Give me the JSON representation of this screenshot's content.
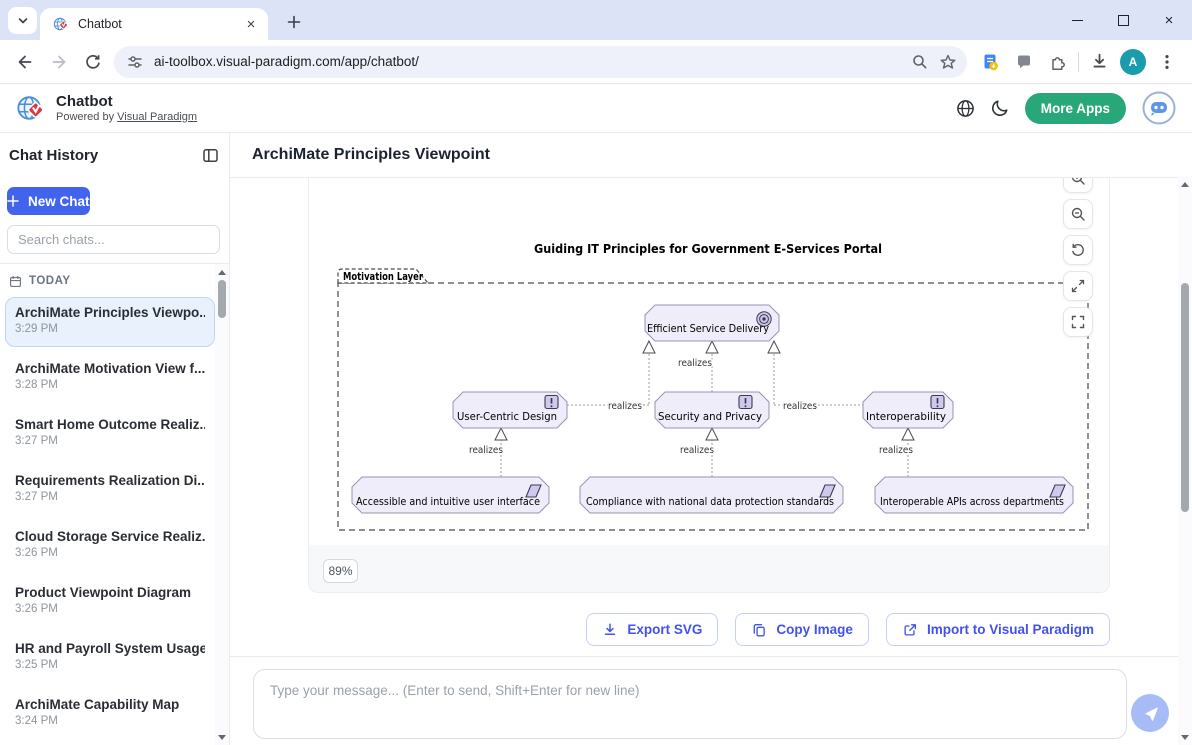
{
  "browser": {
    "tab_title": "Chatbot",
    "url": "ai-toolbox.visual-paradigm.com/app/chatbot/",
    "profile_initial": "A"
  },
  "header": {
    "app_title": "Chatbot",
    "powered_by": "Powered by",
    "powered_by_link": "Visual Paradigm",
    "more_apps_label": "More Apps"
  },
  "sidebar": {
    "title": "Chat History",
    "new_chat_label": "New Chat",
    "search_placeholder": "Search chats...",
    "section_label": "TODAY",
    "items": [
      {
        "title": "ArchiMate Principles Viewpo...",
        "time": "3:29 PM",
        "selected": true
      },
      {
        "title": "ArchiMate Motivation View f...",
        "time": "3:28 PM",
        "selected": false
      },
      {
        "title": "Smart Home Outcome Realiz...",
        "time": "3:27 PM",
        "selected": false
      },
      {
        "title": "Requirements Realization Di...",
        "time": "3:27 PM",
        "selected": false
      },
      {
        "title": "Cloud Storage Service Realiz...",
        "time": "3:26 PM",
        "selected": false
      },
      {
        "title": "Product Viewpoint Diagram",
        "time": "3:26 PM",
        "selected": false
      },
      {
        "title": "HR and Payroll System Usage",
        "time": "3:25 PM",
        "selected": false
      },
      {
        "title": "ArchiMate Capability Map",
        "time": "3:24 PM",
        "selected": false
      }
    ]
  },
  "main": {
    "page_title": "ArchiMate Principles Viewpoint",
    "zoom_badge": "89%",
    "actions": {
      "export_svg": "Export SVG",
      "copy_image": "Copy Image",
      "import_vp": "Import to Visual Paradigm"
    },
    "input_placeholder": "Type your message... (Enter to send, Shift+Enter for new line)"
  },
  "diagram": {
    "title": "Guiding IT Principles for Government E-Services Portal",
    "group_label": "Motivation Layer",
    "relation_label": "realizes",
    "goal": {
      "type": "goal",
      "label": "Efficient Service Delivery"
    },
    "principles": [
      {
        "type": "principle",
        "label": "User-Centric Design"
      },
      {
        "type": "principle",
        "label": "Security and Privacy"
      },
      {
        "type": "principle",
        "label": "Interoperability"
      }
    ],
    "requirements": [
      {
        "type": "requirement",
        "label": "Accessible and intuitive user interface"
      },
      {
        "type": "requirement",
        "label": "Compliance with national data protection standards"
      },
      {
        "type": "requirement",
        "label": "Interoperable APIs across departments"
      }
    ],
    "colors": {
      "node_fill": "#efedfa",
      "node_border": "#9494b4",
      "icon_fill": "#cfc9ec",
      "icon_stroke": "#3a3a55"
    }
  }
}
